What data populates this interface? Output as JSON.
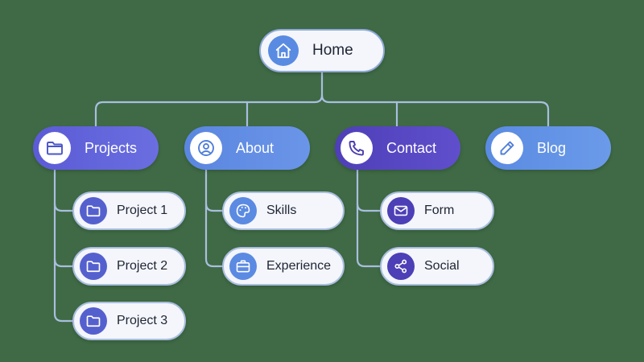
{
  "root": {
    "label": "Home",
    "icon": "home-icon"
  },
  "categories": [
    {
      "label": "Projects",
      "icon": "folder-icon",
      "children": [
        {
          "label": "Project 1",
          "icon": "folder-icon"
        },
        {
          "label": "Project 2",
          "icon": "folder-icon"
        },
        {
          "label": "Project 3",
          "icon": "folder-icon"
        }
      ]
    },
    {
      "label": "About",
      "icon": "user-icon",
      "children": [
        {
          "label": "Skills",
          "icon": "palette-icon"
        },
        {
          "label": "Experience",
          "icon": "briefcase-icon"
        }
      ]
    },
    {
      "label": "Contact",
      "icon": "phone-icon",
      "children": [
        {
          "label": "Form",
          "icon": "mail-icon"
        },
        {
          "label": "Social",
          "icon": "share-icon"
        }
      ]
    },
    {
      "label": "Blog",
      "icon": "pencil-icon",
      "children": []
    }
  ],
  "colors": {
    "background": "#3f6a45",
    "projects": "#5b5bd6",
    "about": "#5b86e0",
    "contact": "#4e3fb8",
    "blog": "#5a8be2",
    "connector": "#a9bedf",
    "leaf_background": "#f4f6fc"
  }
}
